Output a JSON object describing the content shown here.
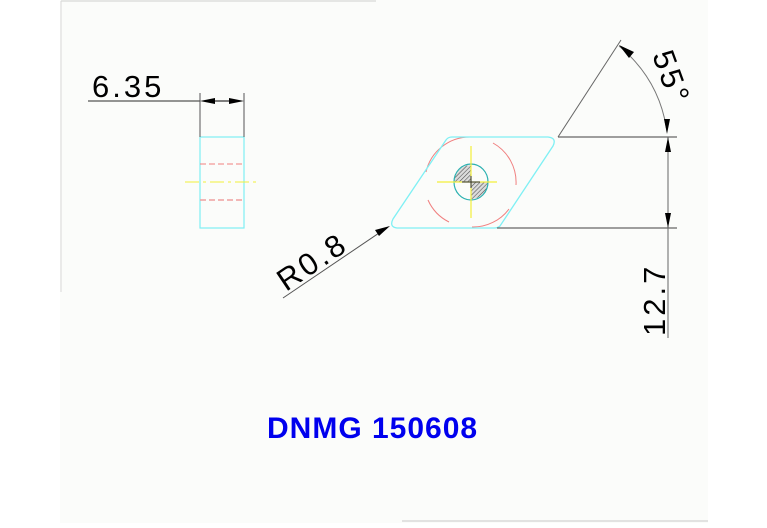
{
  "drawing": {
    "title": "DNMG 150608",
    "dimensions": {
      "thickness": "6.35",
      "inscribed_circle": "12.7",
      "corner_radius": "R0.8",
      "angle": "55°"
    },
    "colors": {
      "background": "#fbfcfa",
      "outline": "#7ff0f4",
      "hidden_lines": "#f07f7f",
      "centerlines": "#f2f03a",
      "hole": "#2ab0b0",
      "dimension_lines": "#555555",
      "title": "#0000ee"
    }
  }
}
